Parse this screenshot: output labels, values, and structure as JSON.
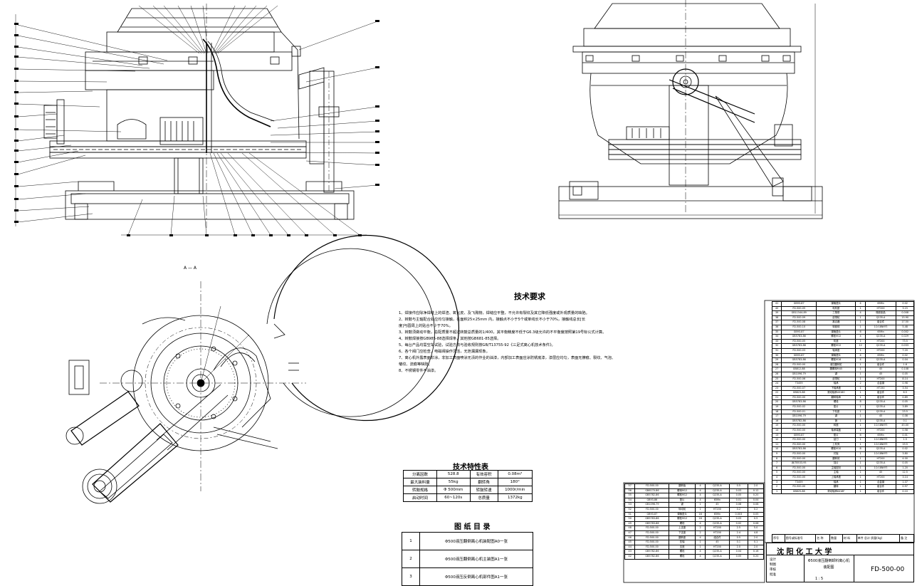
{
  "tech_requirements": {
    "title": "技术要求",
    "items": [
      "1、焊接件应除净焊缝上的焊渣、氧化皮、及飞溅物，焊缝应平整，不允许有裂纹及其它降低强度或外观质量的缺陷。",
      "2、转鼓与主轴配合处应均匀接触，在面积25×25mm 内，接触点不小于5个或单线长不小于70%，接触线总长[长",
      "   度]与圆周上的贴合不少于70%。",
      "3、转鼓须做动平衡，总配质量不超过转鼓总质量的1/400，其平衡精度不低于G6.3级允许的不平衡度按照第19号标公式计算。",
      "4、转鼓焊接按GB985-88选择焊条，其他按GB681-85选择。",
      "5、每台产品均需空车试验，试验方法与验收规则按GB/T13755-92《三足式离心机技术条件》。",
      "6、各个阀门应检查，电磁阀操作灵活，无泄漏漏现象。",
      "7、离心机外露表面非涂，非加工表面喷涂无渍的作业的油漆，内部加工表面应涂防锈底漆，漆层应均匀，表面无擦痕、裂纹、气泡、",
      "   皱纹、流痕等缺陷。",
      "8、不锈钢零件不油漆。"
    ]
  },
  "spec_table": {
    "title": "技术特性表",
    "rows": [
      [
        "分离因数",
        "528.8",
        "有效容积",
        "0.08m³"
      ],
      [
        "最大装料量",
        "55kg",
        "翻转角",
        "180°"
      ],
      [
        "转鼓规格",
        "Φ 500mm",
        "转鼓转速",
        "1000r/min"
      ],
      [
        "启动时间",
        "60~120s",
        "总质量",
        "1372kg"
      ]
    ]
  },
  "drawing_catalog": {
    "title": "图 纸 目 录",
    "rows": [
      [
        "1",
        "Φ500液压翻倒离心机装配图A0一张"
      ],
      [
        "2",
        "Φ500液压翻倒离心机主装图A1一张"
      ],
      [
        "3",
        "Φ500液压反倒离心机部件图A1一张"
      ]
    ]
  },
  "section_label": "A — A",
  "title_block": {
    "university": "沈 阳 化 工 大 学",
    "drawing_name": "Φ500液压翻倒卸料离心机装配图",
    "drawing_number": "FD-500-00",
    "scale": "1 : 5",
    "roles": [
      "设计",
      "制图",
      "审核",
      "批准"
    ],
    "header_cols": [
      "序号",
      "图号或标准号",
      "名 称",
      "数量",
      "材 料",
      "单件 总计 质量(kg)",
      "备 注"
    ]
  },
  "bom_right": [
    [
      "41",
      "GB93-87",
      "弹簧垫片",
      "4",
      "65Mn",
      "0.02"
    ],
    [
      "40",
      "FD-500-05",
      "电机座",
      "1",
      "HT200",
      "3.15"
    ],
    [
      "39",
      "GB11544-89",
      "三角带",
      "4",
      "橡胶制品",
      "0.008"
    ],
    [
      "38",
      "FD-500-09",
      "皮带轮",
      "1",
      "Q235-A",
      "15.90"
    ],
    [
      "37",
      "FD-500-08",
      "离合器",
      "1",
      "组合件",
      "17.50"
    ],
    [
      "36",
      "FD-500-10",
      "转鼓体",
      "1",
      "1Cr18Ni9Ti",
      "5.48"
    ],
    [
      "35",
      "GB93-87",
      "弹簧垫片",
      "6",
      "65Mn",
      "0.002"
    ],
    [
      "34",
      "GB5783-86",
      "螺栓M12",
      "4",
      "Q235-A",
      "0.029"
    ],
    [
      "33",
      "FD-500-05",
      "机座",
      "1",
      "HT200",
      "73.5"
    ],
    [
      "32",
      "GB5783-86",
      "螺栓M12",
      "12",
      "Q235-A",
      "0.033"
    ],
    [
      "31",
      "FD-500-03",
      "轴承座",
      "1",
      "HT200",
      "7.20"
    ],
    [
      "30",
      "GB93-87",
      "弹簧垫片",
      "4",
      "65Mn",
      "0.02"
    ],
    [
      "29",
      "GB5783-86",
      "螺栓M16",
      "4",
      "Q235-A",
      "0.04"
    ],
    [
      "28",
      "FD-500-00",
      "液压翻转缸",
      "1",
      "组合件",
      "1.8"
    ],
    [
      "27",
      "GB812-88",
      "圆螺母M45",
      "1",
      "45",
      "0.108"
    ],
    [
      "26",
      "GB1096-79",
      "键",
      "1",
      "45",
      "0.05"
    ],
    [
      "25",
      "FD-500-06",
      "皮带轮",
      "1",
      "HT200",
      "8.14"
    ],
    [
      "24",
      "T3459",
      "轴承",
      "2",
      "合金钢",
      "0.98"
    ],
    [
      "23",
      "FD-500-07",
      "下轴承座",
      "1",
      "HT150",
      "3.54"
    ],
    [
      "22",
      "GB823-88",
      "滚动轴承40160",
      "1",
      "组合件",
      "6.5"
    ],
    [
      "21",
      "FD-500-00",
      "翻转轴承",
      "1",
      "组合件",
      "0.89"
    ],
    [
      "20",
      "GB5783-86",
      "螺栓",
      "8",
      "Q235-A",
      "0.05"
    ],
    [
      "19",
      "FD-500-02",
      "垫片",
      "1",
      "Q235-A",
      "3.89"
    ],
    [
      "18",
      "FD-500-01",
      "下机座",
      "1",
      "Q235-A",
      "23.5"
    ],
    [
      "17",
      "GB1096-79",
      "键",
      "1",
      "45",
      "0.08"
    ],
    [
      "16",
      "GB5782-86",
      "销",
      "1",
      "Q235-A",
      "0.1"
    ],
    [
      "15",
      "FD-500-00",
      "转鼓",
      "1",
      "1Cr18Ni9Ti",
      "45.00"
    ],
    [
      "14",
      "FD-500-00",
      "轴承端盖",
      "1",
      "HT200",
      "0.58"
    ],
    [
      "13",
      "GB93-87",
      "垫片",
      "6",
      "65Mn",
      "0.01"
    ],
    [
      "12",
      "FD-500-00",
      "刮刀",
      "1",
      "1Cr18Ni9Ti",
      "1.5"
    ],
    [
      "11",
      "FD-500-00",
      "上机壳",
      "1",
      "1Cr18Ni9Ti",
      "19.5"
    ],
    [
      "10",
      "GB5783-86",
      "螺栓M10",
      "8",
      "Q235-A",
      "0.02"
    ],
    [
      "9",
      "FD-500-00",
      "衬板",
      "1",
      "1Cr18Ni9Ti",
      "3.80"
    ],
    [
      "8",
      "FD-500-00",
      "翻转臂",
      "1",
      "HT200",
      "4.00"
    ],
    [
      "7",
      "JB/T8533-95",
      "挡片",
      "1",
      "Q235-A",
      "0.05"
    ],
    [
      "6",
      "FD-500-00",
      "主轴密封",
      "1",
      "1Cr18Ni9Ti",
      "1.20"
    ],
    [
      "5",
      "FD-500-00",
      "主轴",
      "1",
      "45",
      "12.5"
    ],
    [
      "4",
      "FD-500-00",
      "上轴承座",
      "1",
      "HT200",
      "3.14"
    ],
    [
      "3",
      "T3459",
      "轴承",
      "1",
      "合金钢",
      "1.07"
    ],
    [
      "2",
      "FD-500-00",
      "翻转",
      "1",
      "组合件",
      "0.97"
    ],
    [
      "1",
      "GB825-88",
      "滚动轴承6418F",
      "1",
      "组合件",
      "0.10"
    ]
  ],
  "bom_left": [
    [
      "57",
      "FD-500-00",
      "翻转板",
      "4",
      "Q235-A",
      "0.5",
      "2.0"
    ],
    [
      "56",
      "GB6170-86",
      "螺母M12",
      "4",
      "Q235-A",
      "0.03",
      "0.12"
    ],
    [
      "55",
      "GB5782-86",
      "螺栓M12",
      "4",
      "Q235-A",
      "0.05",
      "0.20"
    ],
    [
      "54",
      "GB93-86",
      "垫片",
      "4",
      "65Mn",
      "0.01",
      "0.04"
    ],
    [
      "53",
      "GB1096-79",
      "键",
      "1",
      "45",
      "0.08",
      "0.08"
    ],
    [
      "52",
      "FD-500-00",
      "转动轮",
      "1",
      "HT200",
      "0.2",
      "0.2"
    ],
    [
      "51",
      "GB93-87",
      "弹簧垫片",
      "16",
      "65Mn",
      "0.003",
      "0.05"
    ],
    [
      "50",
      "GB5783-86",
      "螺栓M12",
      "16",
      "Q235-A",
      "0.03",
      "0.5"
    ],
    [
      "49",
      "GB5783-86",
      "螺栓",
      "4",
      "Q235-A",
      "0.02",
      "0.08"
    ],
    [
      "48",
      "FD-500-00",
      "上支座",
      "2",
      "HT200",
      "2.5",
      "5.0"
    ],
    [
      "47",
      "FD-500-00",
      "下支座",
      "2",
      "HT200",
      "2.4",
      "4.8"
    ],
    [
      "46",
      "FD-500-00",
      "翻转座",
      "4",
      "组合件",
      "0.5",
      "2.0"
    ],
    [
      "45",
      "FD-500-00",
      "压轴",
      "1",
      "45",
      "0.1",
      "0.1"
    ],
    [
      "44",
      "FD-500-00",
      "支座",
      "1",
      "HT200",
      "2.0",
      "2.0"
    ],
    [
      "43",
      "GB5782-86",
      "螺栓",
      "4",
      "Q235-A",
      "0.04",
      "0.16"
    ],
    [
      "42",
      "GB5782-86",
      "螺栓",
      "4",
      "Q235-A",
      "0.05",
      "0.20"
    ]
  ]
}
